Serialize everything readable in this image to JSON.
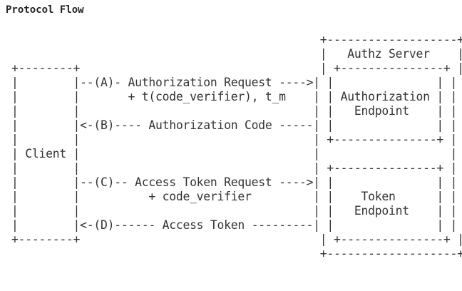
{
  "title": "Protocol Flow",
  "diagram": {
    "lines": [
      "                                             +-------------------+",
      "                                             |   Authz Server    |",
      "+--------+                                   | +---------------+ |",
      "|        |--(A)- Authorization Request ---->| |               | |",
      "|        |       + t(code_verifier), t_m    | | Authorization | |",
      "|        |                                  | |   Endpoint    | |",
      "|        |<-(B)---- Authorization Code -----| |               | |",
      "|        |                                  | +---------------+ |",
      "| Client |                                  |                   |",
      "|        |                                  | +---------------+ |",
      "|        |--(C)-- Access Token Request ---->| |               | |",
      "|        |          + code_verifier         | |    Token      | |",
      "|        |                                  | |   Endpoint    | |",
      "|        |<-(D)------ Access Token ---------| |               | |",
      "+--------+                                   | +---------------+ |",
      "                                             +-------------------+"
    ]
  }
}
